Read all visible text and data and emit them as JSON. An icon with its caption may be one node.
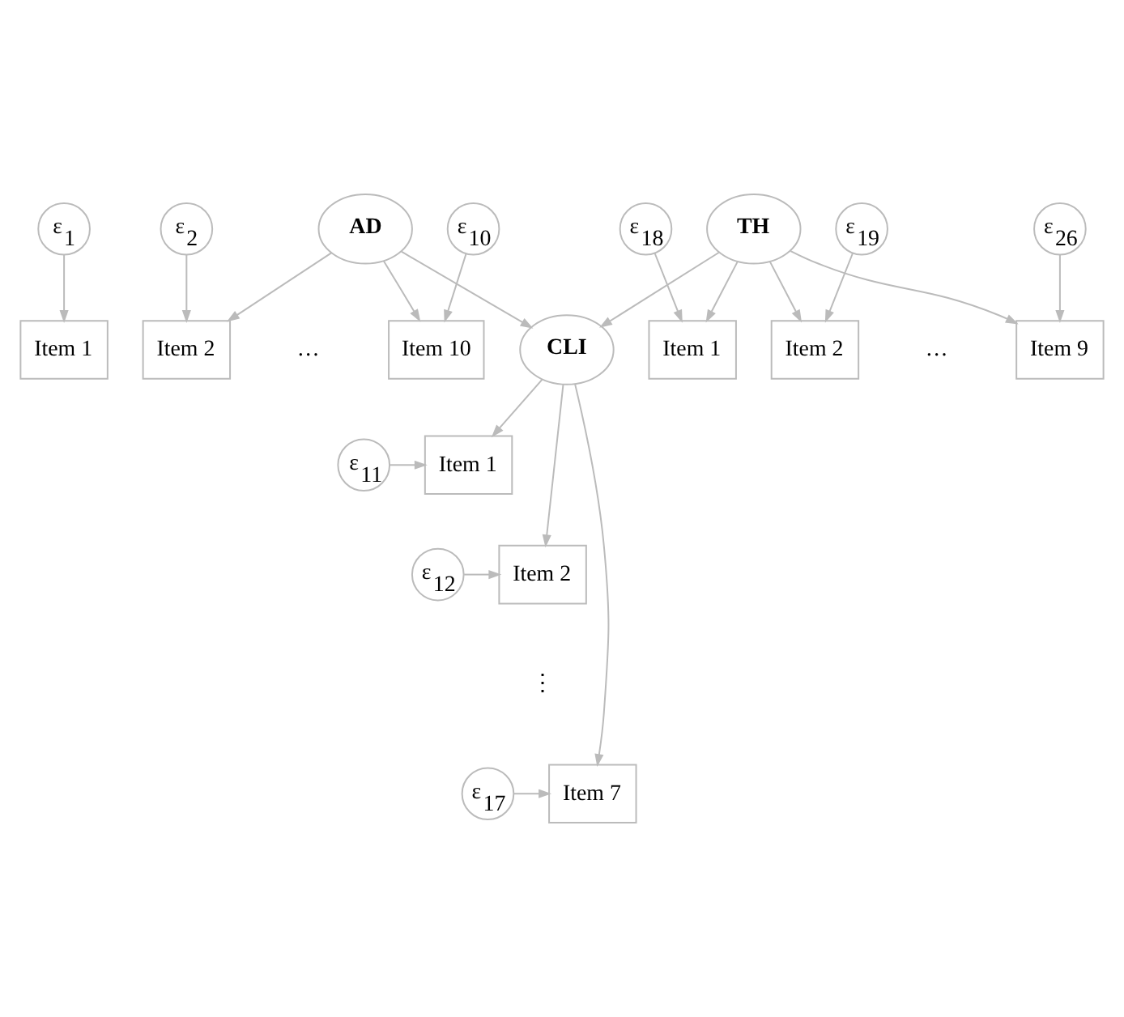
{
  "diagram": {
    "nodes": [
      {
        "text": [
          "ε$_{1}$"
        ]
      },
      {
        "text": [
          "ε$_{2}$"
        ]
      },
      {
        "text": [
          "ε$_{10}$"
        ]
      },
      {
        "text": [
          "Item 1"
        ]
      },
      {
        "text": [
          "Item 2"
        ]
      },
      {
        "text": [
          "Item 10"
        ]
      },
      {
        "text": [
          "AD"
        ]
      },
      {
        "text": [
          "Item 1"
        ]
      },
      {
        "text": [
          "ε$_{11}$"
        ]
      },
      {
        "text": [
          "CLI"
        ]
      },
      {
        "text": [
          "Item 2"
        ]
      },
      {
        "text": [
          "ε$_{12}$"
        ]
      },
      {
        "text": [
          "Item 7"
        ]
      },
      {
        "text": [
          "ε$_{17}$"
        ]
      },
      {
        "text": [
          "TH"
        ]
      },
      {
        "text": [
          "Item 1"
        ]
      },
      {
        "text": [
          "Item 2"
        ]
      },
      {
        "text": [
          "Item 9"
        ]
      },
      {
        "text": [
          "ε$_{18}$"
        ]
      },
      {
        "text": [
          "ε$_{19}$"
        ]
      },
      {
        "text": [
          "ε$_{26}$"
        ]
      }
    ],
    "edges": [
      {
        "from": 0,
        "to": 3,
        "arrow": "to"
      },
      {
        "from": 1,
        "to": 4,
        "arrow": "to"
      },
      {
        "from": 2,
        "to": 5,
        "arrow": "to"
      },
      {
        "from": 6,
        "to": 4,
        "arrow": "to"
      },
      {
        "from": 6,
        "to": 5,
        "arrow": "to"
      },
      {
        "from": 6,
        "to": 9,
        "arrow": "to"
      },
      {
        "from": 9,
        "to": 7,
        "arrow": "to"
      },
      {
        "from": 8,
        "to": 7,
        "arrow": "to"
      },
      {
        "from": 9,
        "to": 10,
        "arrow": "to"
      },
      {
        "from": 11,
        "to": 10,
        "arrow": "to"
      },
      {
        "from": 9,
        "to": 12,
        "arrow": "to"
      },
      {
        "from": 13,
        "to": 12,
        "arrow": "to"
      },
      {
        "from": 14,
        "to": 9,
        "arrow": "to"
      },
      {
        "from": 14,
        "to": 15,
        "arrow": "to"
      },
      {
        "from": 14,
        "to": 16,
        "arrow": "to"
      },
      {
        "from": 14,
        "to": 17,
        "arrow": "to"
      },
      {
        "from": 18,
        "to": 15,
        "arrow": "to"
      },
      {
        "from": 19,
        "to": 16,
        "arrow": "to"
      },
      {
        "from": 20,
        "to": 17,
        "arrow": "to"
      }
    ],
    "labels": [
      "…",
      "⋮",
      "…"
    ]
  }
}
